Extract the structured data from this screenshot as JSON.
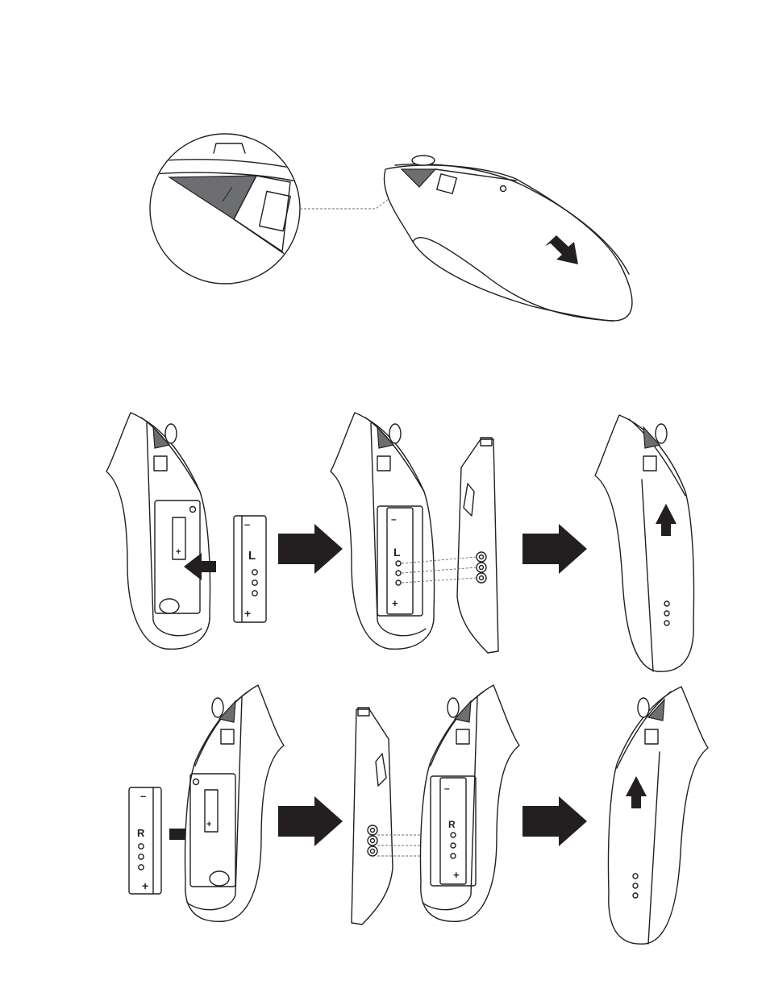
{
  "colors": {
    "line": "#231f20",
    "indicator_grey": "#6d6e71",
    "background": "#ffffff"
  },
  "battery_labels": {
    "left": "L",
    "right": "R",
    "minus": "–",
    "plus": "+"
  },
  "icons": [
    "magnifier-callout",
    "controller-open-cover",
    "slide-arrow",
    "insert-arrow",
    "step-arrow",
    "slide-up-arrow"
  ]
}
